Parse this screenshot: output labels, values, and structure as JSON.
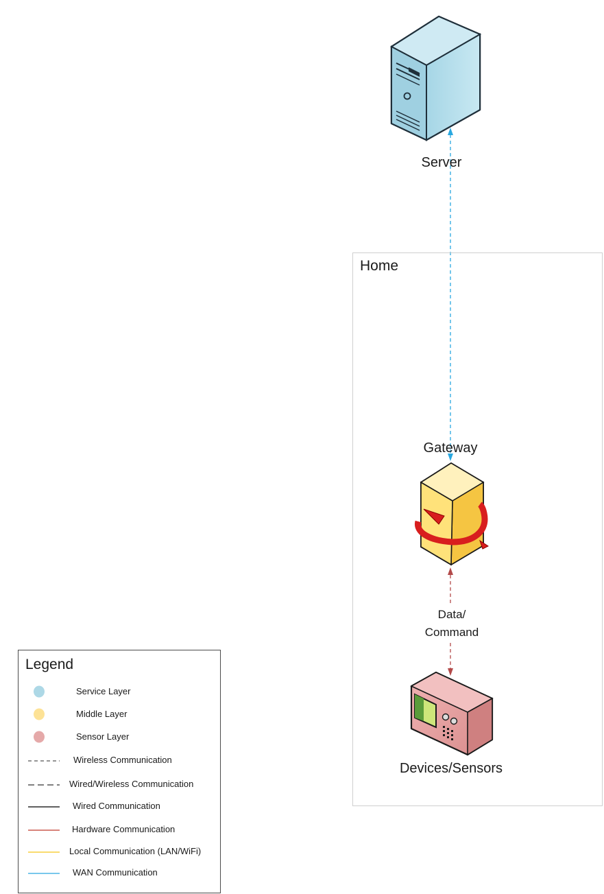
{
  "nodes": {
    "server": {
      "label": "Server"
    },
    "home": {
      "label": "Home"
    },
    "gateway": {
      "label": "Gateway"
    },
    "devices": {
      "label": "Devices/Sensors"
    }
  },
  "edges": {
    "gateway_devices": {
      "label_line1": "Data/",
      "label_line2": "Command"
    }
  },
  "legend": {
    "title": "Legend",
    "items": [
      {
        "label": "Service Layer",
        "kind": "dot",
        "color": "#add8e6"
      },
      {
        "label": "Middle Layer",
        "kind": "dot",
        "color": "#fde296"
      },
      {
        "label": "Sensor Layer",
        "kind": "dot",
        "color": "#e5a9a9"
      },
      {
        "label": "Wireless Communication",
        "kind": "line",
        "style": "short-dash",
        "color": "#555555"
      },
      {
        "label": "Wired/Wireless Communication",
        "kind": "line",
        "style": "long-dash",
        "color": "#333333"
      },
      {
        "label": "Wired Communication",
        "kind": "line",
        "style": "solid",
        "color": "#000000"
      },
      {
        "label": "Hardware Communication",
        "kind": "line",
        "style": "solid",
        "color": "#c0392b"
      },
      {
        "label": "Local Communication (LAN/WiFi)",
        "kind": "line",
        "style": "solid",
        "color": "#f5c518"
      },
      {
        "label": "WAN Communication",
        "kind": "line",
        "style": "solid",
        "color": "#29a8e0"
      }
    ]
  },
  "colors": {
    "wan_link": "#29a8e0",
    "hardware_link": "#b34a4a",
    "server_body": "#a9d6e5",
    "gateway_body": "#ffd966",
    "device_body": "#e6a3a3"
  }
}
